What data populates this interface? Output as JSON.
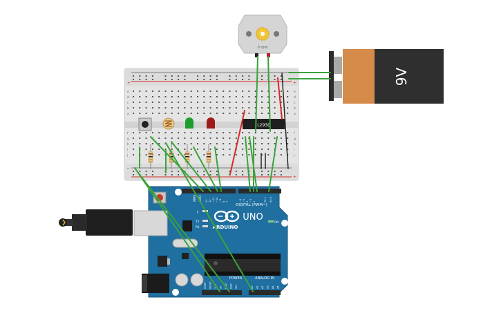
{
  "motor": {
    "speed_label": "0 rpm"
  },
  "battery": {
    "voltage_label": "9V"
  },
  "breadboard": {
    "rail_plus": "+",
    "rail_minus": "-",
    "row_letters_top": [
      "a",
      "b",
      "c",
      "d",
      "e"
    ],
    "row_letters_bottom": [
      "f",
      "g",
      "h",
      "i",
      "j"
    ]
  },
  "driver_ic": {
    "label": "L293D"
  },
  "arduino": {
    "brand": "ARDUINO",
    "model": "UNO",
    "on_label": "ON",
    "digital_label": "DIGITAL (PWM~)",
    "power_label": "POWER",
    "analog_label": "ANALOG IN",
    "aref_label": "AREF",
    "gnd_label": "GND",
    "led_l": "L",
    "led_tx": "TX",
    "led_rx": "RX",
    "digital_pins": [
      "13",
      "12",
      "~11",
      "~10",
      "~9",
      "8",
      "7",
      "~6",
      "~5",
      "4",
      "~3",
      "2",
      "TX 1",
      "RX 0"
    ],
    "power_pins": [
      "IOREF",
      "RESET",
      "3.3V",
      "5V",
      "GND",
      "GND",
      "VIN"
    ],
    "analog_pins": [
      "A0",
      "A1",
      "A2",
      "A3",
      "A4",
      "A5"
    ]
  },
  "colors": {
    "board_blue": "#1f6fa0",
    "wire_green": "#3aa33a",
    "wire_red": "#d42a2a",
    "wire_black": "#222222",
    "battery_orange": "#d58b4a",
    "led_green": "#1e9c2e",
    "led_red": "#9e1b1b"
  }
}
